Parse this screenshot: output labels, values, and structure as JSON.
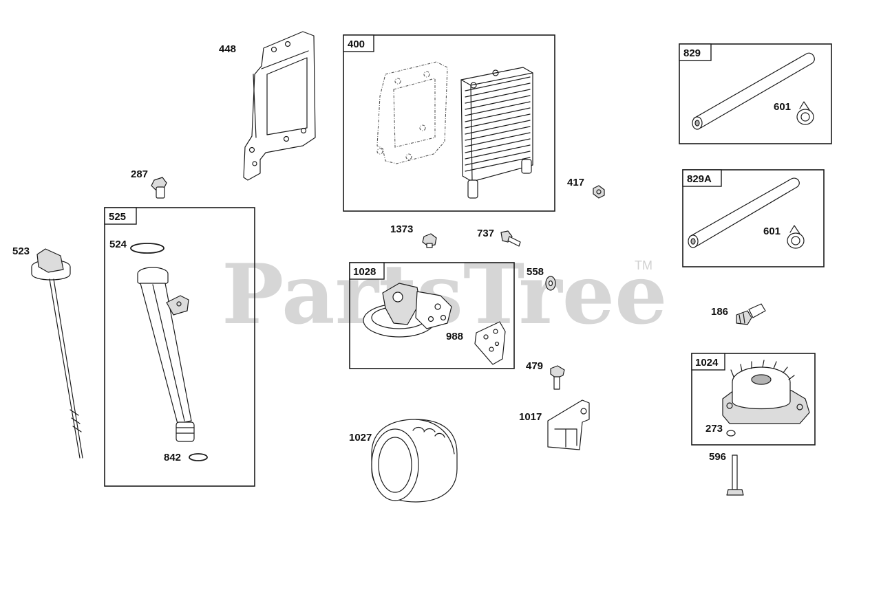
{
  "watermark": {
    "text": "PartsTree",
    "mark": "TM"
  },
  "assemblies": {
    "a400": "400",
    "a525": "525",
    "a1028": "1028",
    "a829": "829",
    "a829A": "829A",
    "a1024": "1024"
  },
  "parts": {
    "p448": "448",
    "p287": "287",
    "p523": "523",
    "p524": "524",
    "p842": "842",
    "p1373": "1373",
    "p737": "737",
    "p417": "417",
    "p558": "558",
    "p988": "988",
    "p479": "479",
    "p1017": "1017",
    "p1027": "1027",
    "p601a": "601",
    "p601b": "601",
    "p186": "186",
    "p273": "273",
    "p596": "596"
  }
}
